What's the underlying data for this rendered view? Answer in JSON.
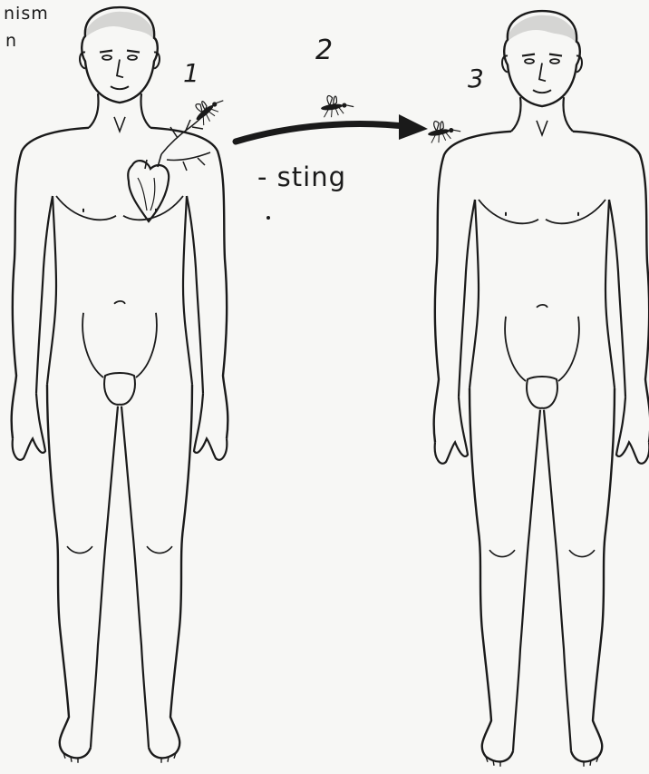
{
  "corner_text": {
    "line1": "nism",
    "line2": "n"
  },
  "labels": {
    "step1": "1",
    "step2": "2",
    "step3": "3",
    "sting": "- sting"
  },
  "colors": {
    "ink": "#1a1a1a",
    "paper": "#f7f7f5"
  },
  "icons": {
    "left_figure": "human-body-with-heart-outline",
    "right_figure": "human-body-outline",
    "insect": "mosquito-icon",
    "arrow": "arrow-right"
  }
}
